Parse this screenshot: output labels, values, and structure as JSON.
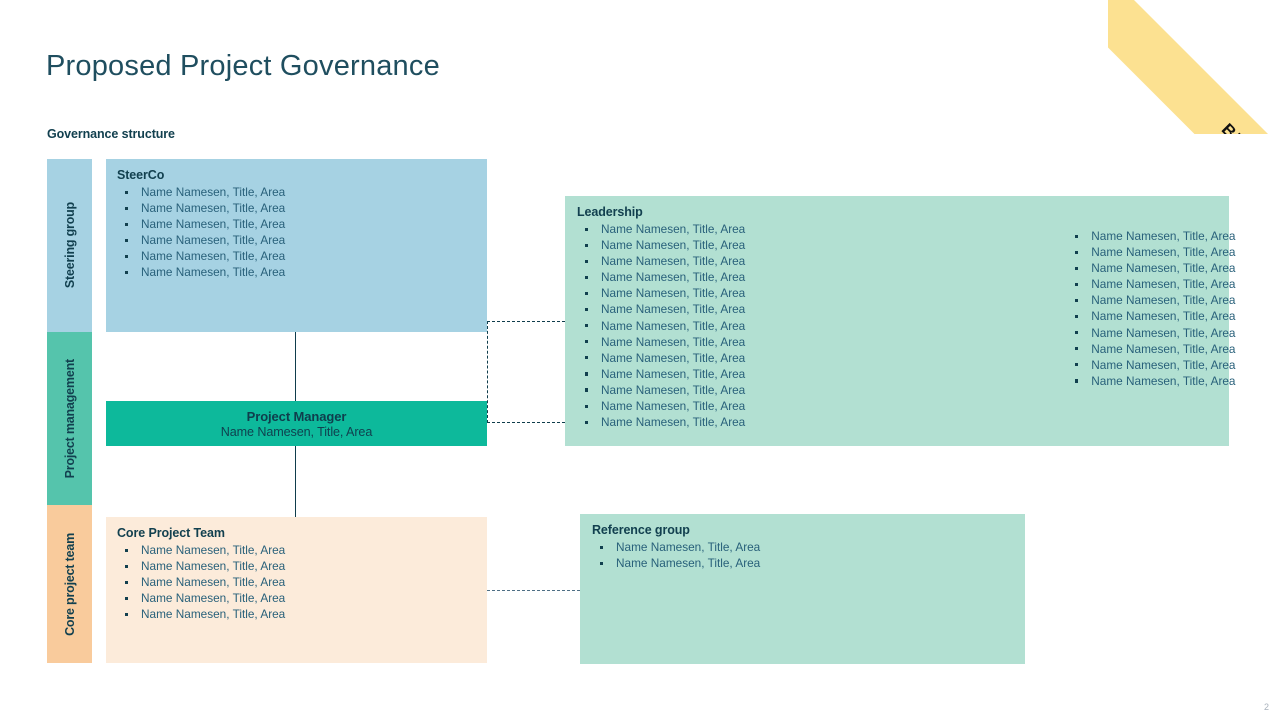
{
  "slide": {
    "title": "Proposed Project Governance",
    "subtitle": "Governance structure",
    "page_number": "2",
    "ribbon_label": "BEFORE"
  },
  "colors": {
    "title": "#1F4E5F",
    "steering_band": "#A6D2E3",
    "project_management_band": "#55C4AC",
    "core_team_band": "#F9CB9C",
    "steerco_box": "#A6D2E3",
    "leadership_box": "#B2E0D2",
    "project_manager_box": "#0DB99B",
    "core_team_box": "#FCEBDA",
    "reference_group_box": "#B2E0D2",
    "ribbon": "#FCE191",
    "text": "#12404F",
    "bullet_text": "#28607A"
  },
  "bands": [
    {
      "id": "steering",
      "label": "Steering group"
    },
    {
      "id": "project-management",
      "label": "Project management"
    },
    {
      "id": "core-project-team",
      "label": "Core project team"
    }
  ],
  "boxes": {
    "steerco": {
      "title": "SteerCo",
      "bullets": [
        "Name Namesen, Title, Area",
        "Name Namesen, Title, Area",
        "Name Namesen, Title, Area",
        "Name Namesen, Title, Area",
        "Name Namesen, Title, Area",
        "Name Namesen, Title, Area"
      ]
    },
    "leadership": {
      "title": "Leadership",
      "bullets_left": [
        "Name Namesen, Title, Area",
        "Name Namesen, Title, Area",
        "Name Namesen, Title, Area",
        "Name Namesen, Title, Area",
        "Name Namesen, Title, Area",
        "Name Namesen, Title, Area",
        "Name Namesen, Title, Area",
        "Name Namesen, Title, Area",
        "Name Namesen, Title, Area",
        "Name Namesen, Title, Area",
        "Name Namesen, Title, Area",
        "Name Namesen, Title, Area",
        "Name Namesen, Title, Area"
      ],
      "bullets_right": [
        "Name Namesen, Title, Area",
        "Name Namesen, Title, Area",
        "Name Namesen, Title, Area",
        "Name Namesen, Title, Area",
        "Name Namesen, Title, Area",
        "Name Namesen, Title, Area",
        "Name Namesen, Title, Area",
        "Name Namesen, Title, Area",
        "Name Namesen, Title, Area",
        "Name Namesen, Title, Area"
      ]
    },
    "project_manager": {
      "title": "Project Manager",
      "subtitle": "Name Namesen, Title, Area"
    },
    "core_project_team": {
      "title": "Core Project Team",
      "bullets": [
        "Name Namesen, Title, Area",
        "Name Namesen, Title, Area",
        "Name Namesen, Title, Area",
        "Name Namesen, Title, Area",
        "Name Namesen, Title, Area"
      ]
    },
    "reference_group": {
      "title": "Reference group",
      "bullets": [
        "Name Namesen, Title, Area",
        "Name Namesen, Title, Area"
      ]
    }
  }
}
